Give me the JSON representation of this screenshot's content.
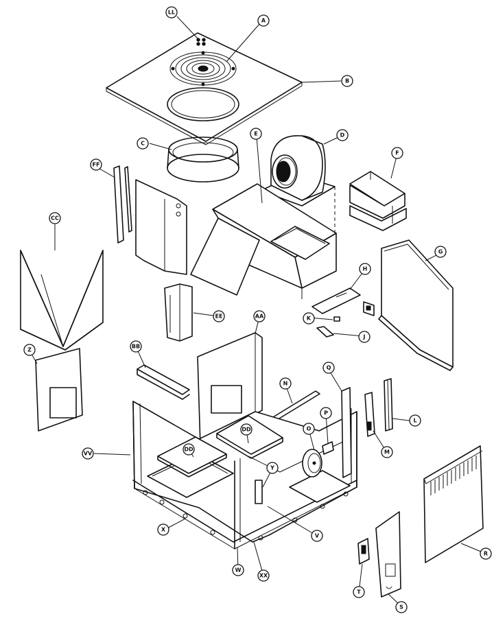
{
  "callouts": {
    "LL": "LL",
    "A": "A",
    "B": "B",
    "C": "C",
    "D": "D",
    "E": "E",
    "F": "F",
    "FF": "FF",
    "CC": "CC",
    "G": "G",
    "H": "H",
    "K": "K",
    "J": "J",
    "EE": "EE",
    "AA": "AA",
    "Z": "Z",
    "BB": "BB",
    "N": "N",
    "Q": "Q",
    "L": "L",
    "P": "P",
    "O": "O",
    "M": "M",
    "DD1": "DD",
    "DD2": "DD",
    "VV": "VV",
    "Y": "Y",
    "X": "X",
    "V": "V",
    "W": "W",
    "XX": "XX",
    "R": "R",
    "T": "T",
    "S": "S"
  }
}
